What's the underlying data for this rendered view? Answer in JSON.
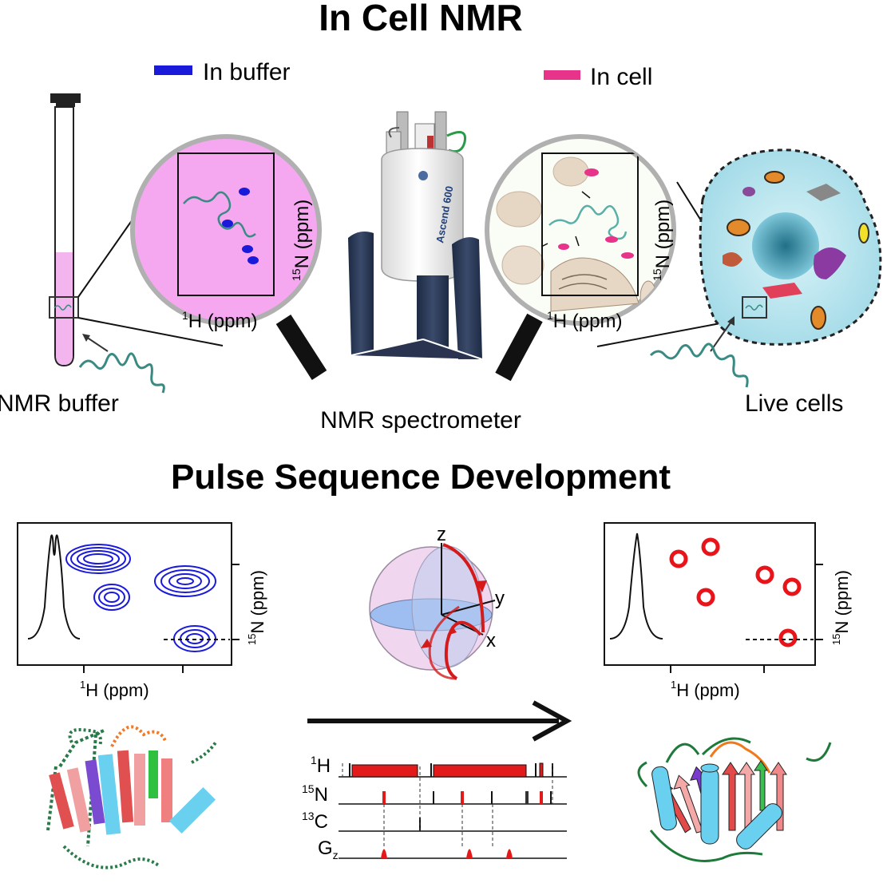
{
  "titles": {
    "main": "In Cell NMR",
    "second": "Pulse Sequence Development"
  },
  "legend": [
    {
      "label": "In buffer",
      "color": "#1a1adb"
    },
    {
      "label": "In cell",
      "color": "#e8338a"
    }
  ],
  "labels": {
    "nmr_buffer": "NMR buffer",
    "spectrometer": "NMR spectrometer",
    "live_cells": "Live cells",
    "magnet_brand": "Ascend 600",
    "axis_n": "N (ppm)",
    "axis_n_sup": "15",
    "axis_h": "H (ppm)",
    "axis_h_sup": "1"
  },
  "bloch_axes": {
    "z": "z",
    "y": "y",
    "x": "x"
  },
  "pulse_channels": [
    {
      "label": "H",
      "sup": "1",
      "sub": ""
    },
    {
      "label": "N",
      "sup": "15",
      "sub": ""
    },
    {
      "label": "C",
      "sup": "13",
      "sub": ""
    },
    {
      "label": "G",
      "sup": "",
      "sub": "z"
    }
  ],
  "colors": {
    "buffer_pink": "#f5a8f0",
    "tube_liquid": "#f2b5ee",
    "blue_peaks": "#1a1adb",
    "red_peaks": "#e8141a",
    "protein_teal": "#3a8a84",
    "cell_cyan": "#bfe9f2",
    "pulse_red": "#e21a1a"
  }
}
